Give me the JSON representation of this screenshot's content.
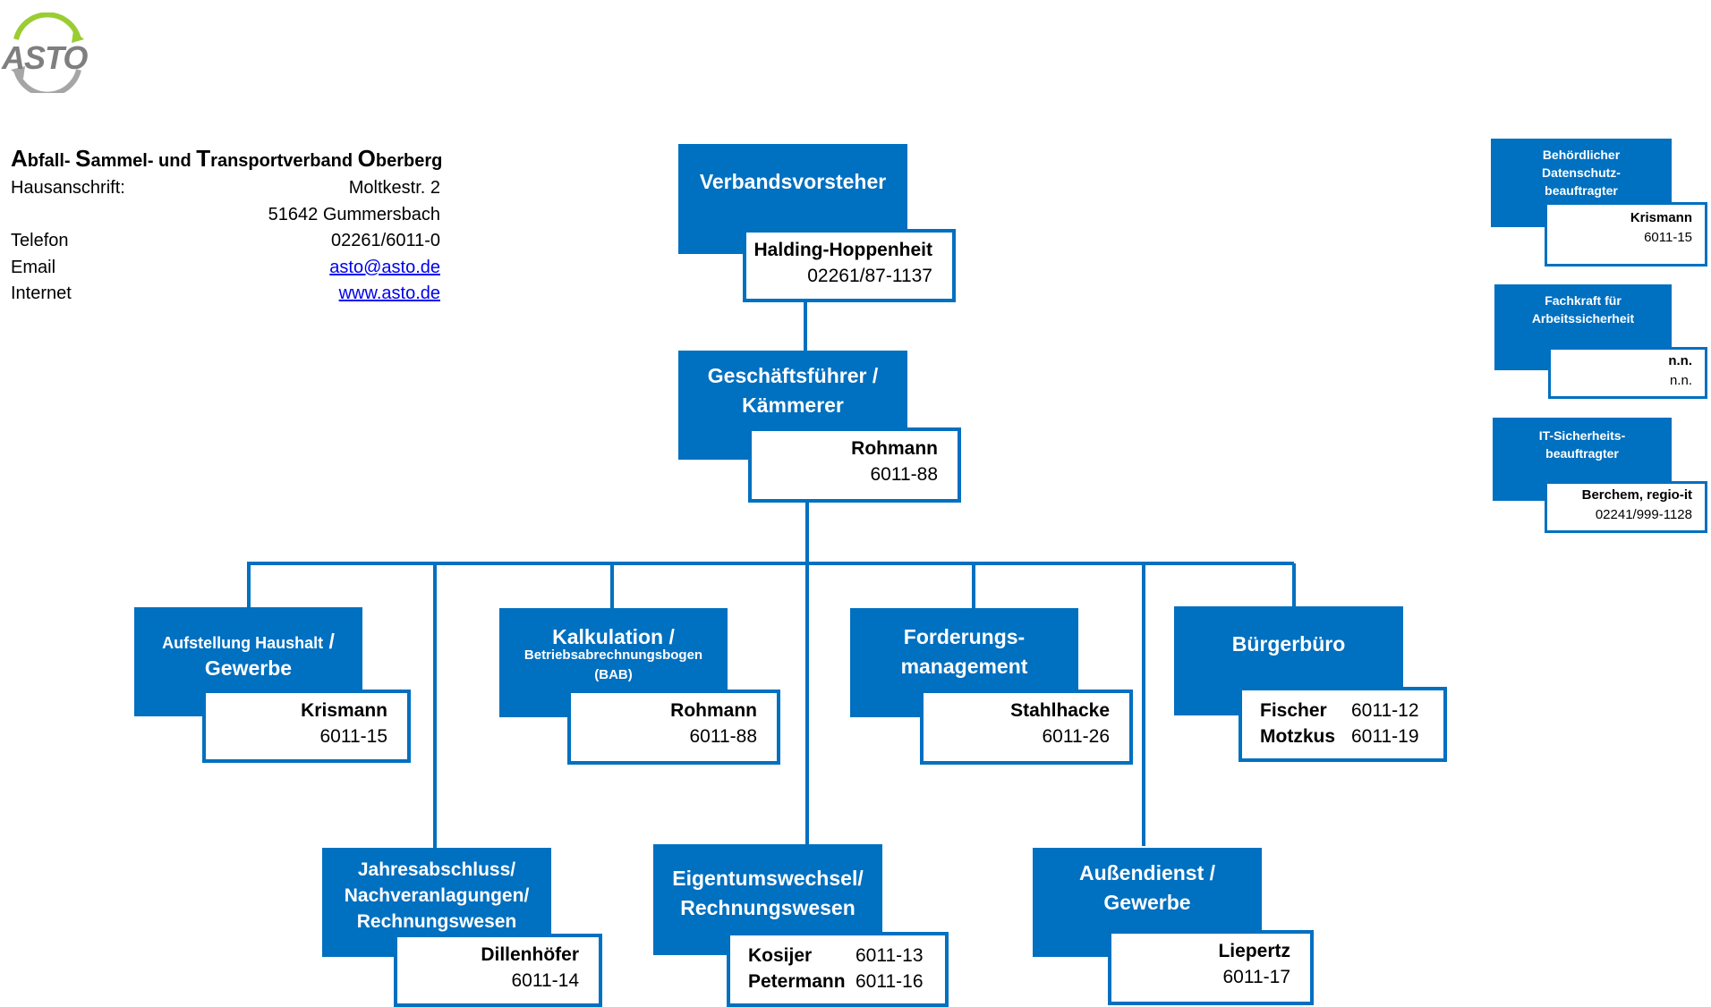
{
  "logo": {
    "text": "ASTO",
    "ring_color": "#9acd32",
    "arrow_color": "#a6a6a6"
  },
  "org": {
    "title_parts": [
      {
        "cap": "A",
        "rest": "bfall- "
      },
      {
        "cap": "S",
        "rest": "ammel- und "
      },
      {
        "cap": "T",
        "rest": "ransportverband "
      },
      {
        "cap": "O",
        "rest": "berberg"
      }
    ],
    "address_label": "Hausanschrift:",
    "street": "Moltkestr. 2",
    "city": "51642 Gummersbach",
    "phone_label": "Telefon",
    "phone": "02261/6011-0",
    "email_label": "Email",
    "email": "asto@asto.de",
    "internet_label": "Internet",
    "internet": "www.asto.de"
  },
  "colors": {
    "box": "#0070c0",
    "line": "#0070c0",
    "link": "#0000ee"
  },
  "nodes": {
    "vorsteher": {
      "title1": "Verbandsvorsteher",
      "name": "Halding-Hoppenheit",
      "phone": "02261/87-1137"
    },
    "gf": {
      "title1": "Geschäftsführer /",
      "title2": "Kämmerer",
      "name": "Rohmann",
      "phone": "6011-88"
    },
    "haushalt": {
      "title1a": "Aufstellung Haushalt",
      "title1b": " /",
      "title2": "Gewerbe",
      "name": "Krismann",
      "phone": "6011-15"
    },
    "kalkulation": {
      "title1": "Kalkulation /",
      "title2": "Betriebsabrechnungsbogen",
      "title3": "(BAB)",
      "name": "Rohmann",
      "phone": "6011-88"
    },
    "forderung": {
      "title1": "Forderungs-",
      "title2": "management",
      "name": "Stahlhacke",
      "phone": "6011-26"
    },
    "buergerbuero": {
      "title1": "Bürgerbüro",
      "rows": [
        {
          "name": "Fischer",
          "phone": "6011-12"
        },
        {
          "name": "Motzkus",
          "phone": "6011-19"
        }
      ]
    },
    "jahresabschluss": {
      "title1": "Jahresabschluss/",
      "title2": "Nachveranlagungen/",
      "title3": "Rechnungswesen",
      "name": "Dillenhöfer",
      "phone": "6011-14"
    },
    "eigentum": {
      "title1": "Eigentumswechsel/",
      "title2": "Rechnungswesen",
      "rows": [
        {
          "name": "Kosijer",
          "phone": "6011-13"
        },
        {
          "name": "Petermann",
          "phone": "6011-16"
        }
      ]
    },
    "aussendienst": {
      "title1": "Außendienst /",
      "title2": "Gewerbe",
      "name": "Liepertz",
      "phone": "6011-17"
    }
  },
  "side": {
    "datenschutz": {
      "title1": "Behördlicher",
      "title2": "Datenschutz-",
      "title3": "beauftragter",
      "name": "Krismann",
      "phone": "6011-15"
    },
    "arbeitssicherheit": {
      "title1": "Fachkraft für",
      "title2": "Arbeitssicherheit",
      "name": "n.n.",
      "phone": "n.n."
    },
    "it": {
      "title1": "IT-Sicherheits-",
      "title2": "beauftragter",
      "name": "Berchem, regio-it",
      "phone": "02241/999-1128"
    }
  }
}
